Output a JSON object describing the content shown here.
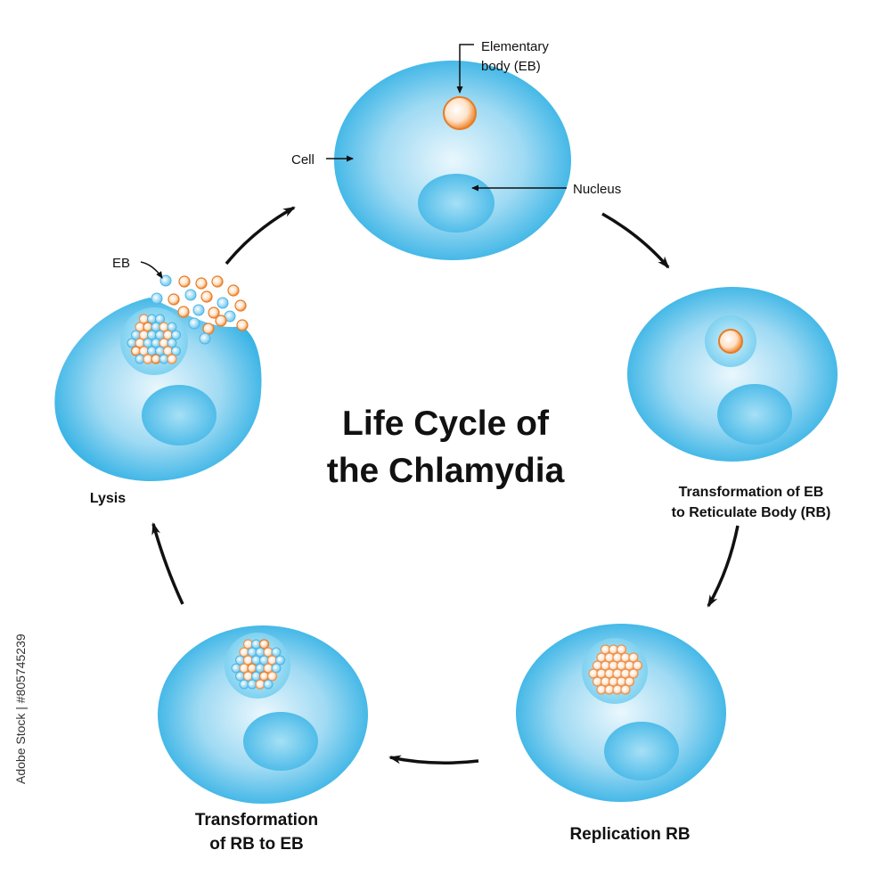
{
  "title": {
    "line1": "Life Cycle of",
    "line2": "the Chlamydia"
  },
  "labels": {
    "elementary_body_line1": "Elementary",
    "elementary_body_line2": "body (EB)",
    "cell": "Cell",
    "nucleus": "Nucleus",
    "eb": "EB"
  },
  "stages": {
    "transformation_eb_rb_line1": "Transformation of EB",
    "transformation_eb_rb_line2": "to Reticulate Body (RB)",
    "replication": "Replication RB",
    "transformation_rb_eb_line1": "Transformation",
    "transformation_rb_eb_line2": "of RB to EB",
    "lysis": "Lysis"
  },
  "side_text": "Adobe Stock | #805745239",
  "colors": {
    "cell_edge": "#3db4e6",
    "cell_center": "#eaf7fd",
    "nucleus": "#5fc3ea",
    "inclusion": "#a8def4",
    "eb_orange": "#f2944a",
    "rb_blue": "#8fd3f1",
    "arrow": "#111111"
  }
}
